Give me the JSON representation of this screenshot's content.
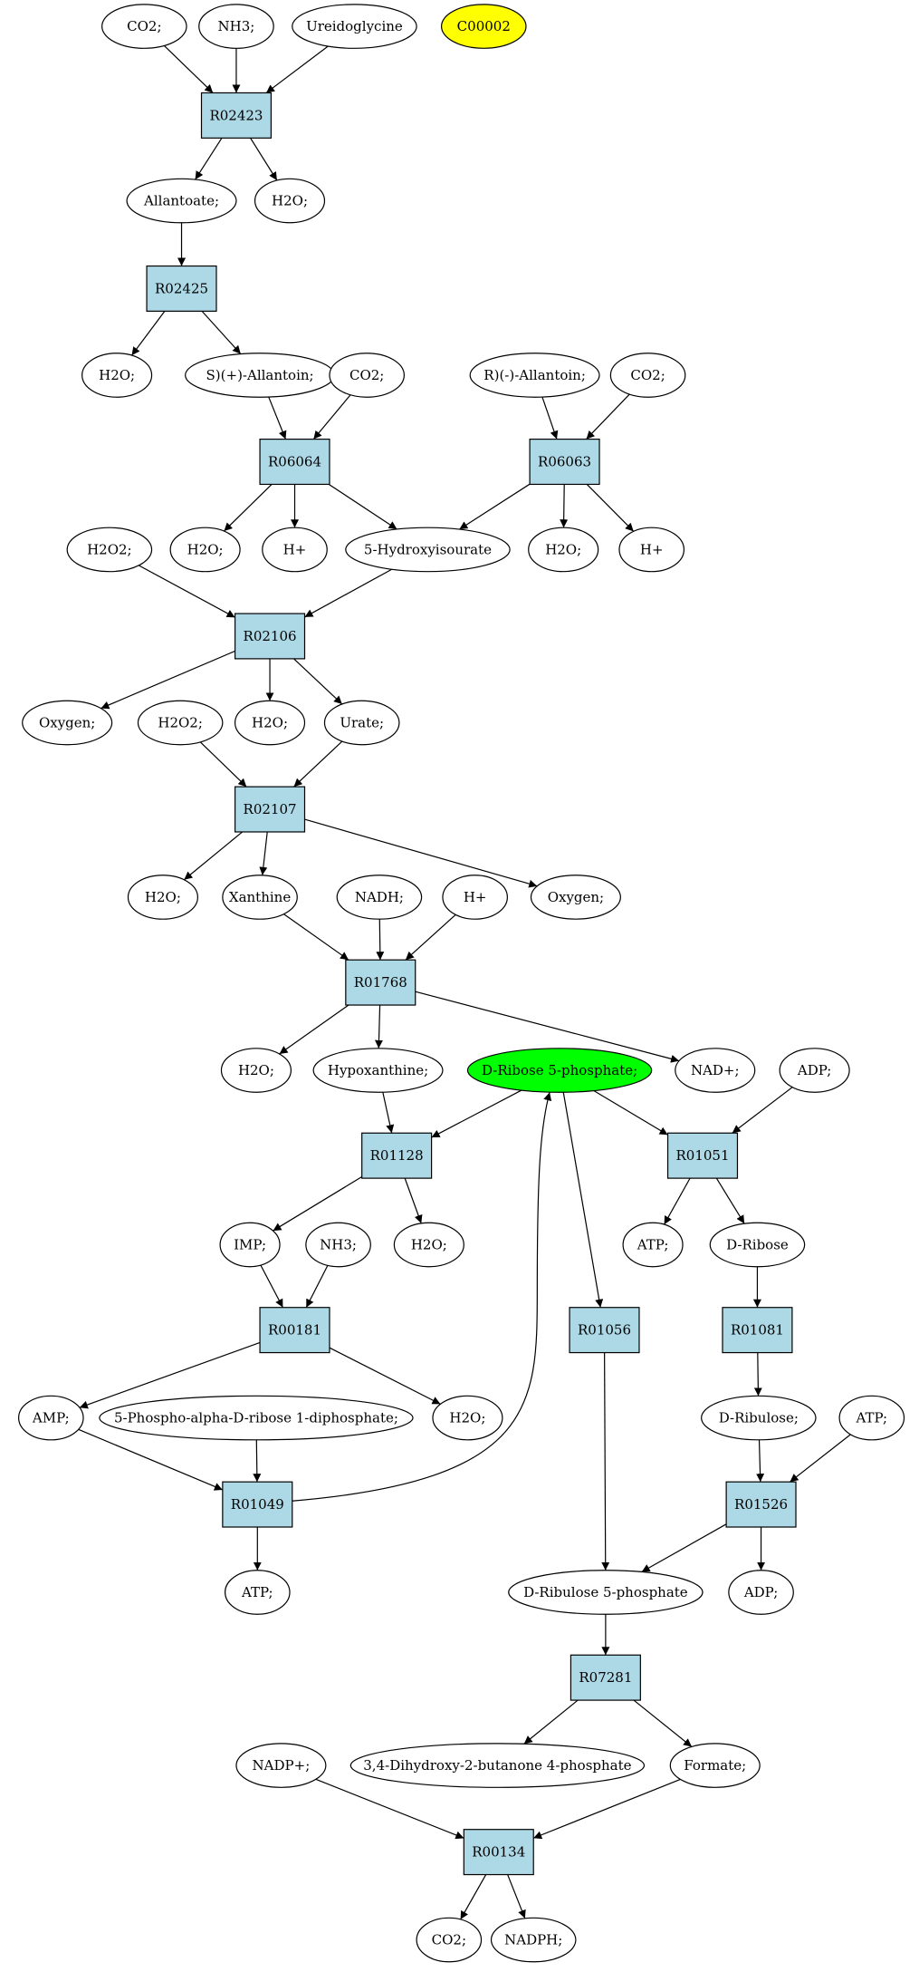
{
  "diagram": {
    "reactions": [
      {
        "id": "r1",
        "label": "R02423"
      },
      {
        "id": "r2",
        "label": "R02425"
      },
      {
        "id": "r3",
        "label": "R06064"
      },
      {
        "id": "r4",
        "label": "R06063"
      },
      {
        "id": "r5",
        "label": "R02106"
      },
      {
        "id": "r6",
        "label": "R02107"
      },
      {
        "id": "r7",
        "label": "R01768"
      },
      {
        "id": "r8",
        "label": "R01128"
      },
      {
        "id": "r9",
        "label": "R01051"
      },
      {
        "id": "r10",
        "label": "R00181"
      },
      {
        "id": "r11",
        "label": "R01056"
      },
      {
        "id": "r12",
        "label": "R01081"
      },
      {
        "id": "r13",
        "label": "R01049"
      },
      {
        "id": "r14",
        "label": "R01526"
      },
      {
        "id": "r15",
        "label": "R07281"
      },
      {
        "id": "r16",
        "label": "R00134"
      }
    ],
    "compounds": [
      {
        "id": "c1",
        "label": "CO2;"
      },
      {
        "id": "c2",
        "label": "NH3;"
      },
      {
        "id": "c3",
        "label": "Ureidoglycine"
      },
      {
        "id": "c4",
        "label": "C00002",
        "color": "#ffff00"
      },
      {
        "id": "c5",
        "label": "Allantoate;"
      },
      {
        "id": "c6",
        "label": "H2O;"
      },
      {
        "id": "c7",
        "label": "H2O;"
      },
      {
        "id": "c8",
        "label": "S)(+)-Allantoin;"
      },
      {
        "id": "c9",
        "label": "CO2;"
      },
      {
        "id": "c10",
        "label": "R)(-)-Allantoin;"
      },
      {
        "id": "c11",
        "label": "CO2;"
      },
      {
        "id": "c12",
        "label": "H2O2;"
      },
      {
        "id": "c13",
        "label": "H2O;"
      },
      {
        "id": "c14",
        "label": "H+"
      },
      {
        "id": "c15",
        "label": "5-Hydroxyisourate"
      },
      {
        "id": "c16",
        "label": "H2O;"
      },
      {
        "id": "c17",
        "label": "H+"
      },
      {
        "id": "c18",
        "label": "Oxygen;"
      },
      {
        "id": "c19",
        "label": "H2O2;"
      },
      {
        "id": "c20",
        "label": "H2O;"
      },
      {
        "id": "c21",
        "label": "Urate;"
      },
      {
        "id": "c22",
        "label": "H2O;"
      },
      {
        "id": "c23",
        "label": "Xanthine"
      },
      {
        "id": "c24",
        "label": "NADH;"
      },
      {
        "id": "c25",
        "label": "H+"
      },
      {
        "id": "c26",
        "label": "Oxygen;"
      },
      {
        "id": "c27",
        "label": "H2O;"
      },
      {
        "id": "c28",
        "label": "Hypoxanthine;"
      },
      {
        "id": "c29",
        "label": "D-Ribose 5-phosphate;",
        "color": "#00ff00"
      },
      {
        "id": "c30",
        "label": "NAD+;"
      },
      {
        "id": "c31",
        "label": "ADP;"
      },
      {
        "id": "c32",
        "label": "IMP;"
      },
      {
        "id": "c33",
        "label": "NH3;"
      },
      {
        "id": "c34",
        "label": "H2O;"
      },
      {
        "id": "c35",
        "label": "ATP;"
      },
      {
        "id": "c36",
        "label": "D-Ribose"
      },
      {
        "id": "c37",
        "label": "AMP;"
      },
      {
        "id": "c38",
        "label": "5-Phospho-alpha-D-ribose 1-diphosphate;"
      },
      {
        "id": "c39",
        "label": "H2O;"
      },
      {
        "id": "c40",
        "label": "D-Ribulose;"
      },
      {
        "id": "c41",
        "label": "ATP;"
      },
      {
        "id": "c42",
        "label": "ATP;"
      },
      {
        "id": "c43",
        "label": "D-Ribulose 5-phosphate"
      },
      {
        "id": "c44",
        "label": "ADP;"
      },
      {
        "id": "c45",
        "label": "NADP+;"
      },
      {
        "id": "c46",
        "label": "3,4-Dihydroxy-2-butanone 4-phosphate"
      },
      {
        "id": "c47",
        "label": "Formate;"
      },
      {
        "id": "c48",
        "label": "CO2;"
      },
      {
        "id": "c49",
        "label": "NADPH;"
      }
    ],
    "edges": [
      [
        "c1",
        "r1"
      ],
      [
        "c2",
        "r1"
      ],
      [
        "c3",
        "r1"
      ],
      [
        "r1",
        "c5"
      ],
      [
        "r1",
        "c6"
      ],
      [
        "c5",
        "r2"
      ],
      [
        "r2",
        "c7"
      ],
      [
        "r2",
        "c8"
      ],
      [
        "c8",
        "r3"
      ],
      [
        "c9",
        "r3"
      ],
      [
        "c10",
        "r4"
      ],
      [
        "c11",
        "r4"
      ],
      [
        "r3",
        "c13"
      ],
      [
        "r3",
        "c14"
      ],
      [
        "r3",
        "c15"
      ],
      [
        "r4",
        "c15"
      ],
      [
        "r4",
        "c16"
      ],
      [
        "r4",
        "c17"
      ],
      [
        "c12",
        "r5"
      ],
      [
        "c15",
        "r5"
      ],
      [
        "r5",
        "c18"
      ],
      [
        "r5",
        "c20"
      ],
      [
        "r5",
        "c21"
      ],
      [
        "c19",
        "r6"
      ],
      [
        "c21",
        "r6"
      ],
      [
        "r6",
        "c22"
      ],
      [
        "r6",
        "c23"
      ],
      [
        "r6",
        "c26"
      ],
      [
        "c23",
        "r7"
      ],
      [
        "c24",
        "r7"
      ],
      [
        "c25",
        "r7"
      ],
      [
        "r7",
        "c27"
      ],
      [
        "r7",
        "c28"
      ],
      [
        "r7",
        "c30"
      ],
      [
        "c28",
        "r8"
      ],
      [
        "c29",
        "r8"
      ],
      [
        "c29",
        "r9"
      ],
      [
        "c31",
        "r9"
      ],
      [
        "c29",
        "r11"
      ],
      [
        "r8",
        "c32"
      ],
      [
        "r8",
        "c34"
      ],
      [
        "r9",
        "c35"
      ],
      [
        "r9",
        "c36"
      ],
      [
        "c32",
        "r10"
      ],
      [
        "c33",
        "r10"
      ],
      [
        "c36",
        "r12"
      ],
      [
        "r10",
        "c37"
      ],
      [
        "r10",
        "c39"
      ],
      [
        "r12",
        "c40"
      ],
      [
        "c37",
        "r13"
      ],
      [
        "c38",
        "r13"
      ],
      [
        "r13",
        "c29"
      ],
      [
        "c40",
        "r14"
      ],
      [
        "c41",
        "r14"
      ],
      [
        "r13",
        "c42"
      ],
      [
        "r11",
        "c43"
      ],
      [
        "r14",
        "c43"
      ],
      [
        "r14",
        "c44"
      ],
      [
        "c43",
        "r15"
      ],
      [
        "r15",
        "c46"
      ],
      [
        "r15",
        "c47"
      ],
      [
        "c45",
        "r16"
      ],
      [
        "c47",
        "r16"
      ],
      [
        "r16",
        "c48"
      ],
      [
        "r16",
        "c49"
      ]
    ]
  }
}
